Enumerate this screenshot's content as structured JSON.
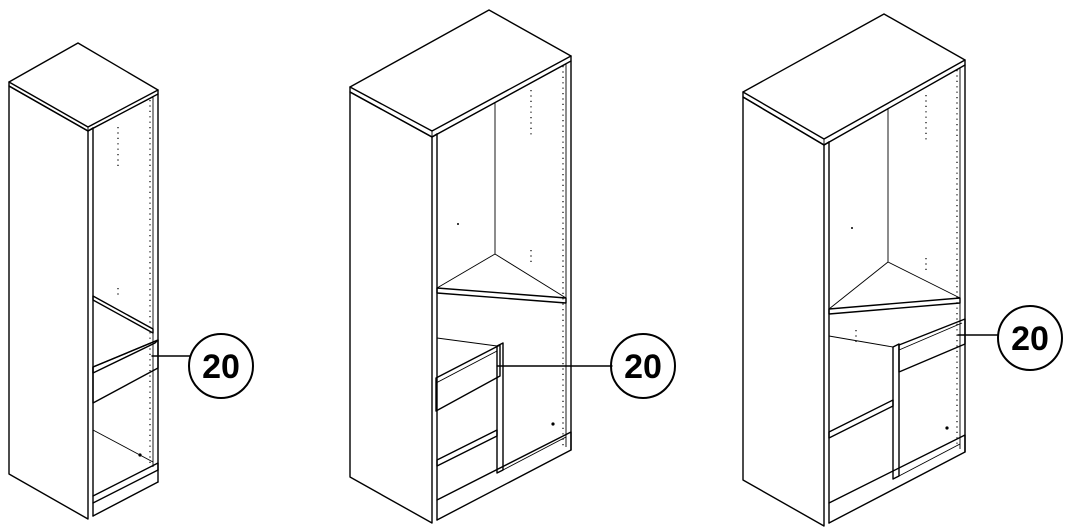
{
  "figures": [
    {
      "id": "single",
      "callout": {
        "label": "20"
      }
    },
    {
      "id": "double-left",
      "callout": {
        "label": "20"
      }
    },
    {
      "id": "double-right",
      "callout": {
        "label": "20"
      }
    }
  ],
  "colors": {
    "ink": "#000000",
    "background": "#ffffff"
  }
}
